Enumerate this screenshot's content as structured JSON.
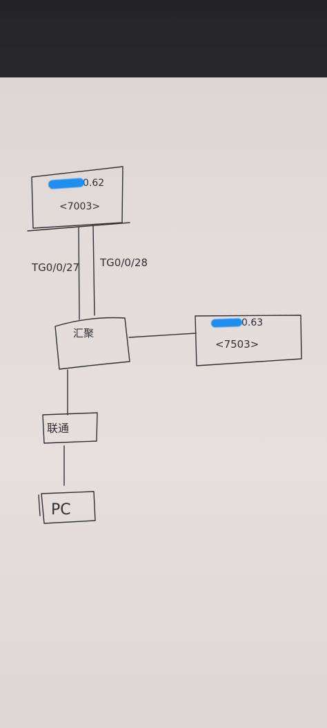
{
  "diagram": {
    "top_router": {
      "ip_suffix": "0.62",
      "model": "<7003>"
    },
    "right_router": {
      "ip_suffix": "0.63",
      "model": "<7503>"
    },
    "core_switch": {
      "label": "汇聚"
    },
    "isp": {
      "label": "联通"
    },
    "pc": {
      "label": "PC"
    },
    "links": {
      "left_port": "TG0/0/27",
      "right_port": "TG0/0/28"
    }
  },
  "colors": {
    "ink": "#2e2e35",
    "redaction": "#1e8ff0",
    "paper": "#e3dcd9"
  }
}
